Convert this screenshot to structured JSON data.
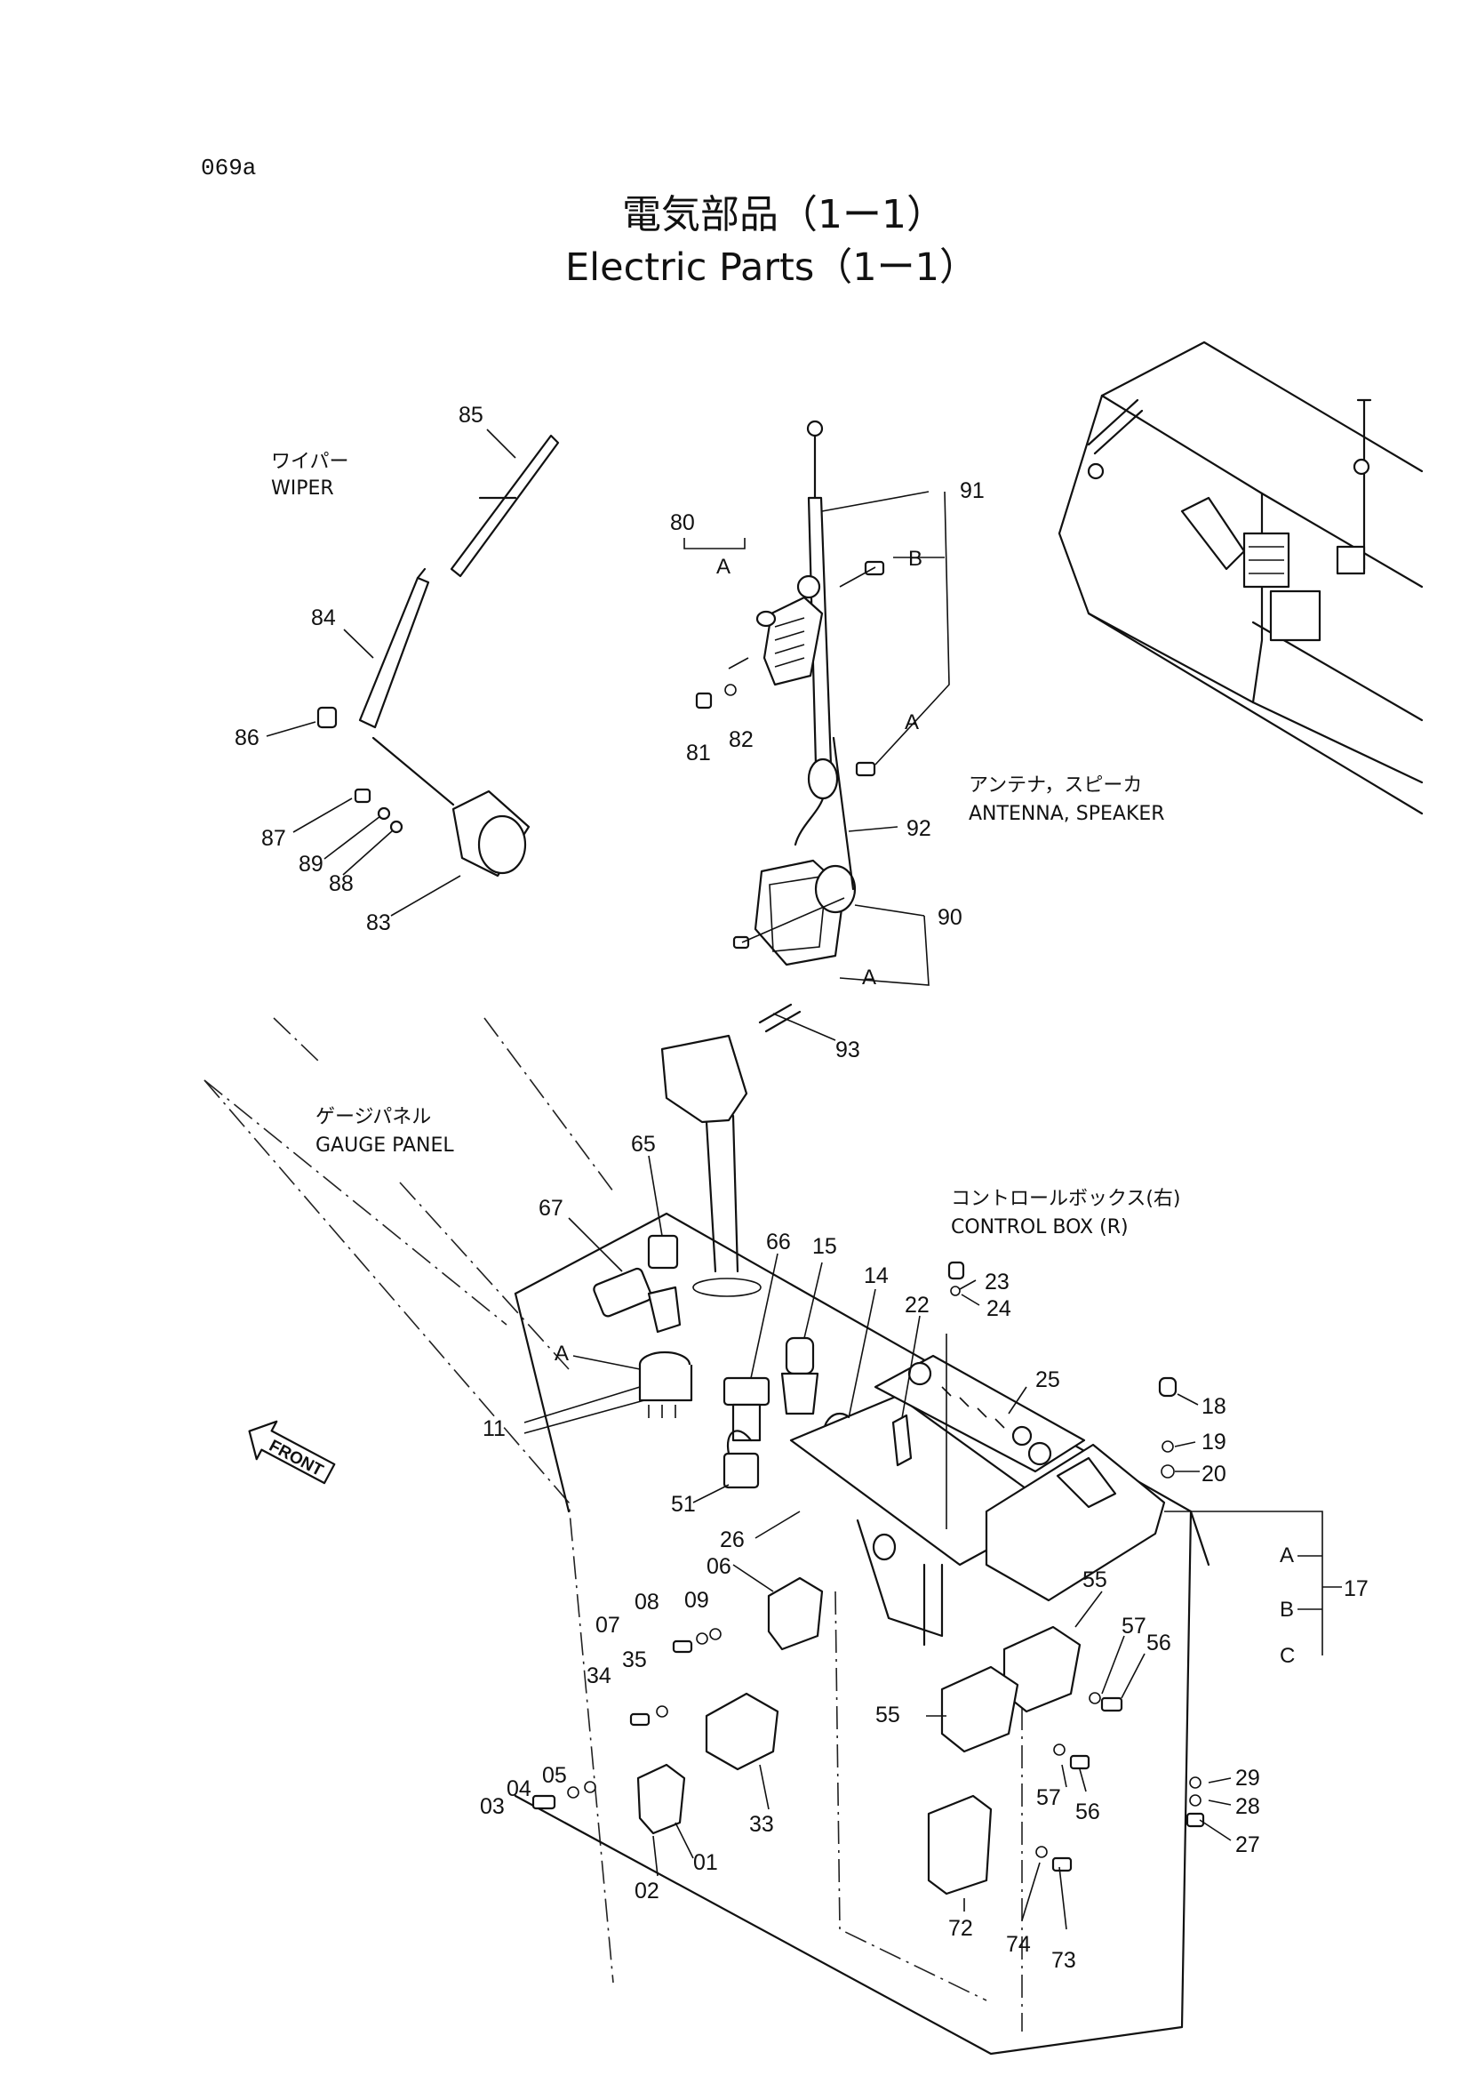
{
  "page_code": "069a",
  "title": {
    "jp": "電気部品（1ー1）",
    "en": "Electric Parts（1ー1）"
  },
  "captions": {
    "wiper_jp": "ワイパー",
    "wiper_en": "WIPER",
    "antenna_jp": "アンテナ，スピーカ",
    "antenna_en": "ANTENNA, SPEAKER",
    "gauge_jp": "ゲージパネル",
    "gauge_en": "GAUGE  PANEL",
    "control_jp": "コントロールボックス(右)",
    "control_en": "CONTROL  BOX (R)",
    "front": "FRONT"
  },
  "parts": {
    "p85": "85",
    "p84": "84",
    "p86": "86",
    "p87": "87",
    "p89": "89",
    "p88": "88",
    "p83": "83",
    "p80": "80",
    "p81": "81",
    "p82": "82",
    "p91": "91",
    "p92": "92",
    "p90": "90",
    "p93": "93",
    "p65": "65",
    "p67": "67",
    "p66": "66",
    "p15": "15",
    "p14": "14",
    "p22": "22",
    "p23": "23",
    "p24": "24",
    "p25": "25",
    "p18": "18",
    "p19": "19",
    "p20": "20",
    "p17": "17",
    "p11": "11",
    "p51": "51",
    "p26": "26",
    "p06": "06",
    "p09": "09",
    "p08": "08",
    "p07": "07",
    "p34": "34",
    "p35": "35",
    "p55a": "55",
    "p57a": "57",
    "p56a": "56",
    "p55b": "55",
    "p57b": "57",
    "p56b": "56",
    "p29": "29",
    "p28": "28",
    "p27": "27",
    "p33": "33",
    "p05": "05",
    "p04": "04",
    "p03": "03",
    "p01": "01",
    "p02": "02",
    "p72": "72",
    "p74": "74",
    "p73": "73"
  },
  "refs": {
    "A": "A",
    "B": "B",
    "C": "C"
  }
}
